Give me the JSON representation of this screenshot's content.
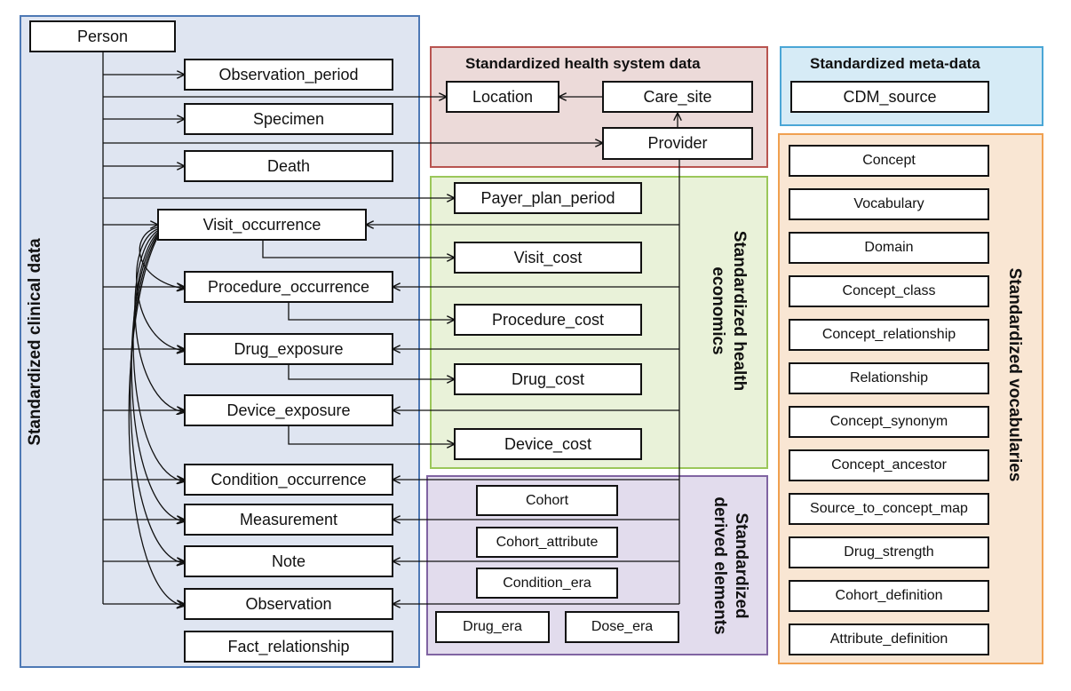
{
  "groups": {
    "clinical": "Standardized clinical data",
    "system": "Standardized health system data",
    "economics_line1": "Standardized health",
    "economics_line2": "economics",
    "derived_line1": "Standardized",
    "derived_line2": "derived elements",
    "meta": "Standardized meta-data",
    "vocab": "Standardized vocabularies"
  },
  "tables": {
    "person": "Person",
    "observation_period": "Observation_period",
    "specimen": "Specimen",
    "death": "Death",
    "visit_occurrence": "Visit_occurrence",
    "procedure_occurrence": "Procedure_occurrence",
    "drug_exposure": "Drug_exposure",
    "device_exposure": "Device_exposure",
    "condition_occurrence": "Condition_occurrence",
    "measurement": "Measurement",
    "note": "Note",
    "observation": "Observation",
    "fact_relationship": "Fact_relationship",
    "location": "Location",
    "care_site": "Care_site",
    "provider": "Provider",
    "payer_plan_period": "Payer_plan_period",
    "visit_cost": "Visit_cost",
    "procedure_cost": "Procedure_cost",
    "drug_cost": "Drug_cost",
    "device_cost": "Device_cost",
    "cohort": "Cohort",
    "cohort_attribute": "Cohort_attribute",
    "condition_era": "Condition_era",
    "drug_era": "Drug_era",
    "dose_era": "Dose_era",
    "cdm_source": "CDM_source",
    "concept": "Concept",
    "vocabulary": "Vocabulary",
    "domain": "Domain",
    "concept_class": "Concept_class",
    "concept_relationship": "Concept_relationship",
    "relationship": "Relationship",
    "concept_synonym": "Concept_synonym",
    "concept_ancestor": "Concept_ancestor",
    "source_to_concept_map": "Source_to_concept_map",
    "drug_strength": "Drug_strength",
    "cohort_definition": "Cohort_definition",
    "attribute_definition": "Attribute_definition"
  }
}
